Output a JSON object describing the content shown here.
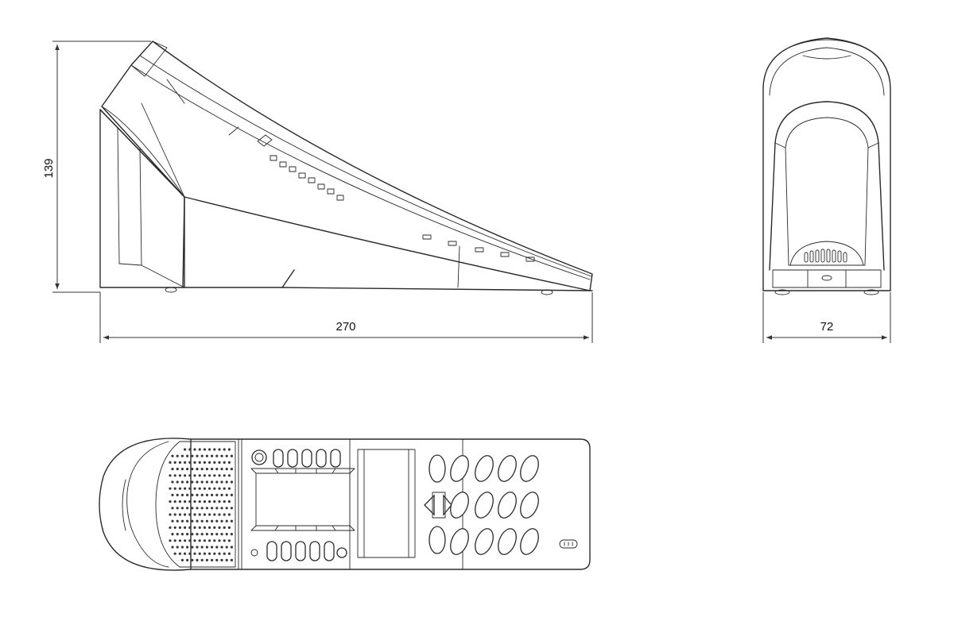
{
  "dimensions": {
    "height": "139",
    "length": "270",
    "width": "72"
  }
}
